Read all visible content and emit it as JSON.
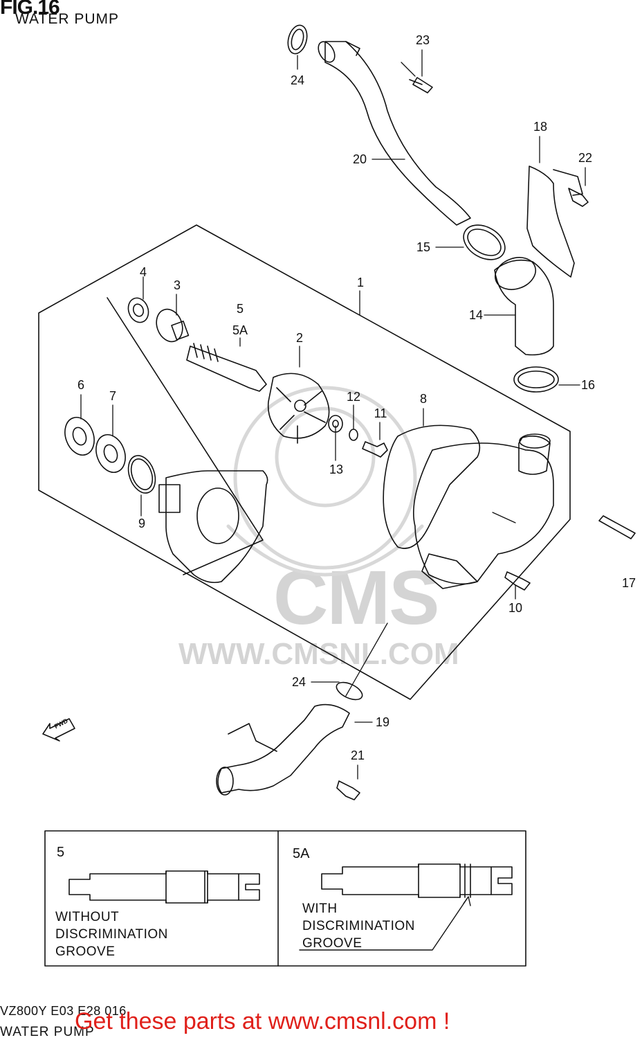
{
  "figure": {
    "title": "FIG.16",
    "subtitle": "WATER PUMP"
  },
  "callouts": [
    {
      "id": "23",
      "text": "23"
    },
    {
      "id": "24a",
      "text": "24"
    },
    {
      "id": "20",
      "text": "20"
    },
    {
      "id": "18",
      "text": "18"
    },
    {
      "id": "22",
      "text": "22"
    },
    {
      "id": "15",
      "text": "15"
    },
    {
      "id": "1",
      "text": "1"
    },
    {
      "id": "4",
      "text": "4"
    },
    {
      "id": "3",
      "text": "3"
    },
    {
      "id": "5",
      "text": "5"
    },
    {
      "id": "5A",
      "text": "5A"
    },
    {
      "id": "2",
      "text": "2"
    },
    {
      "id": "14",
      "text": "14"
    },
    {
      "id": "16",
      "text": "16"
    },
    {
      "id": "6",
      "text": "6"
    },
    {
      "id": "7",
      "text": "7"
    },
    {
      "id": "12",
      "text": "12"
    },
    {
      "id": "11",
      "text": "11"
    },
    {
      "id": "8",
      "text": "8"
    },
    {
      "id": "13",
      "text": "13"
    },
    {
      "id": "9",
      "text": "9"
    },
    {
      "id": "17",
      "text": "17"
    },
    {
      "id": "10",
      "text": "10"
    },
    {
      "id": "24b",
      "text": "24"
    },
    {
      "id": "19",
      "text": "19"
    },
    {
      "id": "21",
      "text": "21"
    }
  ],
  "watermark": {
    "brand": "CMS",
    "url": "WWW.CMSNL.COM"
  },
  "fwd_arrow": "FWD",
  "detail_box": {
    "left": {
      "label": "5",
      "line1": "WITHOUT",
      "line2": "DISCRIMINATION",
      "line3": "GROOVE"
    },
    "right": {
      "label": "5A",
      "line1": "WITH",
      "line2": "DISCRIMINATION",
      "line3": "GROOVE"
    }
  },
  "footer": {
    "code": "VZ800Y E03 E28 016",
    "subtitle": "WATER PUMP",
    "cta": "Get these parts at www.cmsnl.com !"
  },
  "colors": {
    "cta": "#e0201a",
    "watermark": "#d4d4d4",
    "line": "#111111"
  }
}
